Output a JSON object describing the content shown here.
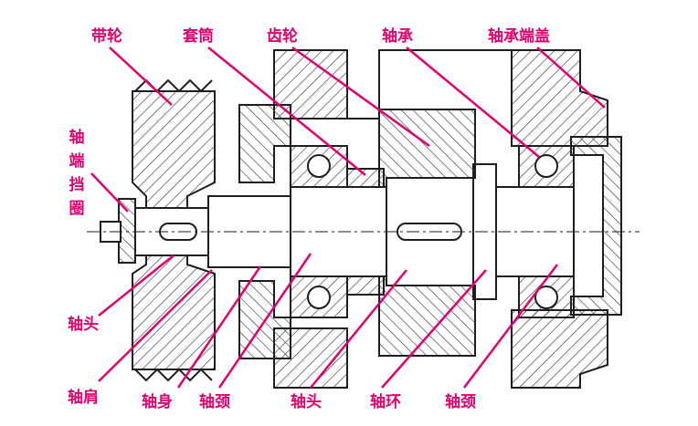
{
  "labels": {
    "pulley": "带轮",
    "sleeve": "套筒",
    "gear": "齿轮",
    "bearing": "轴承",
    "bearing_end_cover": "轴承端盖",
    "shaft_end_retainer": "轴端挡圈",
    "shaft_head_left": "轴头",
    "shaft_shoulder": "轴肩",
    "shaft_body": "轴身",
    "journal_left": "轴颈",
    "shaft_head_mid": "轴头",
    "shaft_collar": "轴环",
    "journal_right": "轴颈"
  },
  "colors": {
    "label": "#e0006e",
    "line": "#1e1e1e",
    "hatch": "#3a3a3a"
  }
}
